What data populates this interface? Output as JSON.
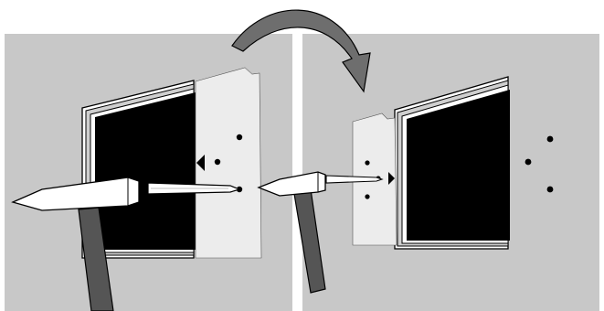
{
  "illustration": {
    "kind": "instruction-diagram",
    "steps": [
      {
        "view": "left-panel",
        "action": "mark-holes-with-awl-and-hammer",
        "hole_count": 3
      },
      {
        "view": "right-panel",
        "action": "transfer-marks-to-wall",
        "hole_count": 3
      }
    ],
    "flip_arrow": {
      "direction": "clockwise"
    },
    "colors": {
      "background": "#ffffff",
      "wall": "#c8c8c8",
      "screen": "#000000",
      "bracket": "#ececec",
      "outline": "#000000",
      "handle": "#555555",
      "metal": "#ffffff"
    },
    "icons": [
      "hammer-icon",
      "awl-icon",
      "direction-arrow-icon",
      "flip-arrow-icon"
    ]
  }
}
